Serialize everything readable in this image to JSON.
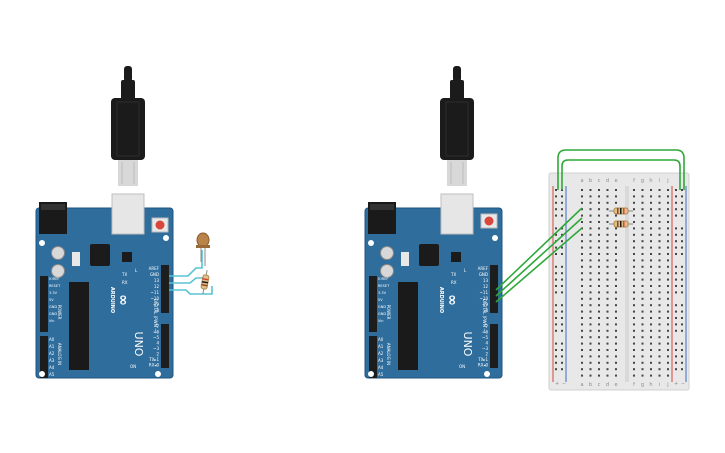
{
  "colors": {
    "board": "#2f6d9c",
    "board_edge": "#1f5580",
    "header": "#1d1d1d",
    "chip": "#1a1a1a",
    "usb_cable": "#1b1b1b",
    "usb_metal": "#d8d8d8",
    "reset_button": "#d9463b",
    "wire_cyan": "#58c3d6",
    "wire_green": "#2fa83a",
    "led_body": "#b9834a",
    "resistor_body": "#e2c08b",
    "breadboard": "#e8e8e8",
    "rail_red": "#d9463b",
    "rail_blue": "#3a6cc9"
  },
  "board_labels": {
    "logo": "∞",
    "brand": "ARDUINO",
    "model": "UNO",
    "digital": "DIGITAL (PWM ~)",
    "analog": "ANALOG IN",
    "power": "POWER",
    "tx": "TX",
    "rx": "RX",
    "on": "ON",
    "l": "L",
    "top_pins": [
      "AREF",
      "GND",
      "13",
      "12",
      "~11",
      "~10",
      "~9",
      "8"
    ],
    "bottom_pins": [
      "7",
      "~6",
      "~5",
      "4",
      "~3",
      "2",
      "TX▸1",
      "RX◂0"
    ],
    "power_pins": [
      "IOREF",
      "RESET",
      "3.3V",
      "5V",
      "GND",
      "GND",
      "Vin"
    ],
    "analog_pins": [
      "A0",
      "A1",
      "A2",
      "A3",
      "A4",
      "A5"
    ]
  },
  "breadboard_labels": {
    "columns_left": [
      "a",
      "b",
      "c",
      "d",
      "e"
    ],
    "columns_right": [
      "f",
      "g",
      "h",
      "i",
      "j"
    ],
    "rail_plus": "+",
    "rail_minus": "−"
  },
  "circuits": [
    {
      "name": "left",
      "led_count": 1,
      "resistor_count": 1
    },
    {
      "name": "right",
      "led_count": 0,
      "resistor_count": 2
    }
  ]
}
